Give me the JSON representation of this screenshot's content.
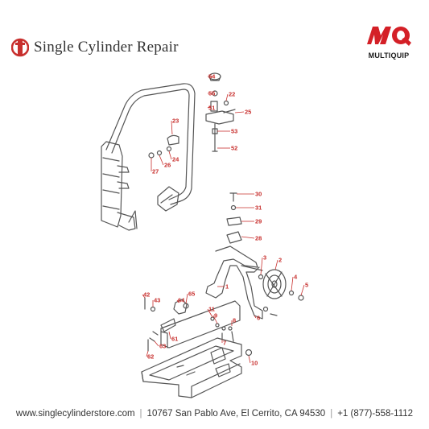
{
  "header": {
    "brand_title": "Single Cylinder Repair",
    "logo_text": "MQ",
    "logo_subtitle": "MULTIQUIP"
  },
  "diagram": {
    "part_numbers": [
      "54",
      "55",
      "22",
      "51",
      "25",
      "53",
      "52",
      "23",
      "24",
      "26",
      "27",
      "30",
      "31",
      "29",
      "28",
      "3",
      "2",
      "1",
      "4",
      "5",
      "42",
      "43",
      "65",
      "64",
      "11",
      "9",
      "7",
      "8",
      "6",
      "61",
      "62",
      "63",
      "10"
    ]
  },
  "colors": {
    "callout": "#c8302e",
    "part_line": "#555555",
    "logo_red": "#d42027",
    "text": "#333333"
  },
  "footer": {
    "website": "www.singlecylinderstore.com",
    "address": "10767 San Pablo Ave, El Cerrito, CA 94530",
    "phone": "+1 (877)-558-1112",
    "separator": "|"
  }
}
